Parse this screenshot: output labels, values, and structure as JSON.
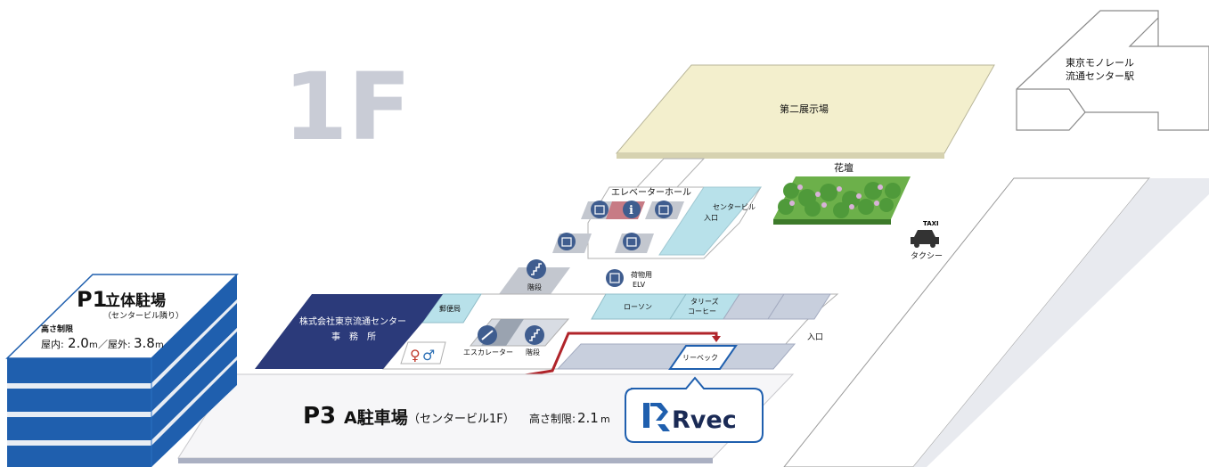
{
  "floor_label": "1F",
  "hall2_label": "第二展示場",
  "monorail_station_label": [
    "東京モノレール",
    "流通センター駅"
  ],
  "flowerbed_label": "花壇",
  "taxi_sign": "TAXI",
  "taxi_label": "タクシー",
  "elevator_hall_label": "エレベーターホール",
  "center_building_entrance_label": [
    "センタービル",
    "入口"
  ],
  "stairs_label": "階段",
  "cargo_elevator_label": [
    "荷物用",
    "ELV"
  ],
  "lawson_label": "ローソン",
  "tullys_label": [
    "タリーズ",
    "コーヒー"
  ],
  "post_office_label": "郵便局",
  "office_label": [
    "株式会社東京流通センター",
    "事　務　所"
  ],
  "escalator_label": "エスカレーター",
  "stairs2_label": "階段",
  "entrance_label": "入口",
  "revec_booth_label": "リーベック",
  "p1": {
    "code": "P1",
    "name": "立体駐場",
    "sub": "（センタービル隣り）",
    "height_title": "高さ制限",
    "indoor_label": "屋内:",
    "indoor_value": "2.0",
    "outdoor_label": "／屋外:",
    "outdoor_value": "3.8",
    "unit": "m"
  },
  "p3": {
    "code": "P3",
    "name": "A駐車場",
    "sub": "（センタービル1F）",
    "height_label": "高さ制限:",
    "height_value": "2.1",
    "unit": "m"
  },
  "revec_logo": "Rvec",
  "colors": {
    "navy": "#2b3a7a",
    "light_blue": "#a8dde8",
    "cream": "#f3efcd",
    "route_red": "#b0242a",
    "building_blue": "#1f5fae",
    "floor_gray": "#9aa3b8"
  }
}
